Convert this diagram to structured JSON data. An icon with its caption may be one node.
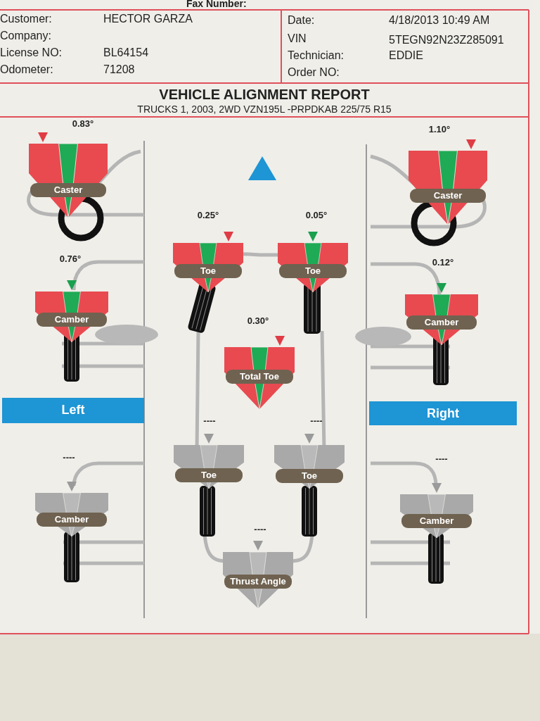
{
  "diagram": {
    "title": "VEHICLE ALIGNMENT REPORT",
    "nodes": [
      {
        "text": [
          "Caster"
        ],
        "beside": [
          "0.83°"
        ]
      },
      {
        "text": [
          "Caster"
        ],
        "beside": [
          "1.10°"
        ]
      },
      {
        "text": [
          "Toe"
        ],
        "beside": [
          "0.25°"
        ]
      },
      {
        "text": [
          "Toe"
        ],
        "beside": [
          "0.05°"
        ]
      },
      {
        "text": [
          "Camber"
        ],
        "beside": [
          "0.76°"
        ]
      },
      {
        "text": [
          "Camber"
        ],
        "beside": [
          "0.12°"
        ]
      },
      {
        "text": [
          "Total Toe"
        ],
        "beside": [
          "0.30°"
        ]
      },
      {
        "text": [
          "Left"
        ]
      },
      {
        "text": [
          "Right"
        ]
      },
      {
        "text": [
          "Toe"
        ],
        "beside": [
          "----"
        ]
      },
      {
        "text": [
          "Toe"
        ],
        "beside": [
          "----"
        ]
      },
      {
        "text": [
          "Camber"
        ],
        "beside": [
          "----"
        ]
      },
      {
        "text": [
          "Camber"
        ],
        "beside": [
          "----"
        ]
      },
      {
        "text": [
          "Thrust Angle"
        ],
        "beside": [
          "----"
        ]
      }
    ],
    "labels": [
      "Fax Number:",
      "Customer:",
      "HECTOR GARZA",
      "Date:",
      "4/18/2013  10:49 AM",
      "Company:",
      "VIN",
      "5TEGN92N23Z285091",
      "License NO:",
      "BL64154",
      "Technician:",
      "EDDIE",
      "Odometer:",
      "71208",
      "Order NO:",
      "TRUCKS 1, 2003, 2WD VZN195L -PRPDKAB 225/75 R15"
    ]
  }
}
